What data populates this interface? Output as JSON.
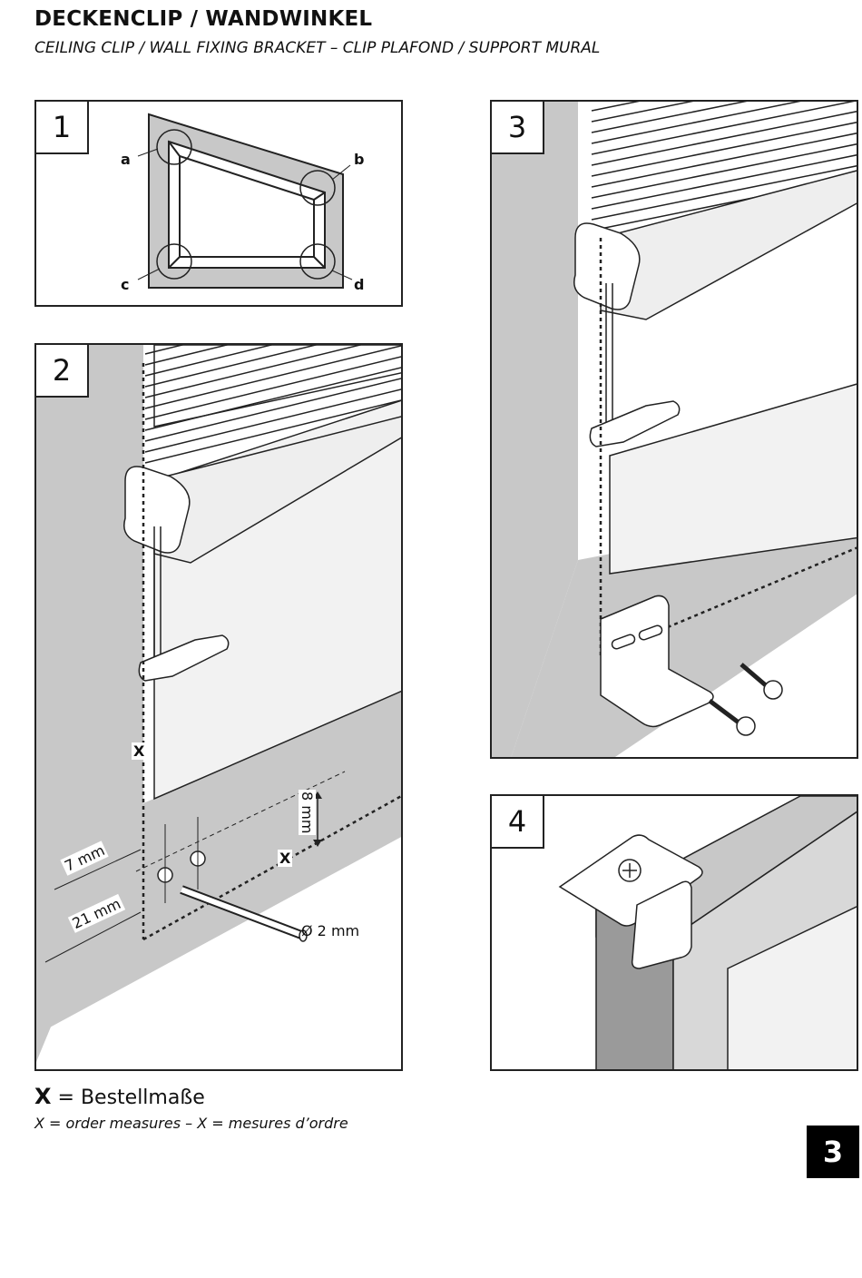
{
  "header": {
    "title": "DECKENCLIP / WANDWINKEL",
    "subtitle": "CEILING CLIP / WALL FIXING BRACKET – CLIP PLAFOND / SUPPORT MURAL"
  },
  "panels": [
    {
      "number": "1",
      "labels": {
        "a": "a",
        "b": "b",
        "c": "c",
        "d": "d"
      }
    },
    {
      "number": "2",
      "labels": {
        "x_vertical": "X",
        "x_horizontal": "X",
        "dim_7": "7 mm",
        "dim_21": "21 mm",
        "dim_8": "8 mm",
        "drill": "Ø 2 mm"
      }
    },
    {
      "number": "3"
    },
    {
      "number": "4"
    }
  ],
  "legend": {
    "x_symbol": "X",
    "main_text": "= Bestellmaße",
    "sub_text": "X = order measures – X = mesures d’ordre"
  },
  "page_number": "3",
  "colors": {
    "wall_gray": "#c8c8c8",
    "line": "#222222",
    "badge_bg": "#000000"
  }
}
